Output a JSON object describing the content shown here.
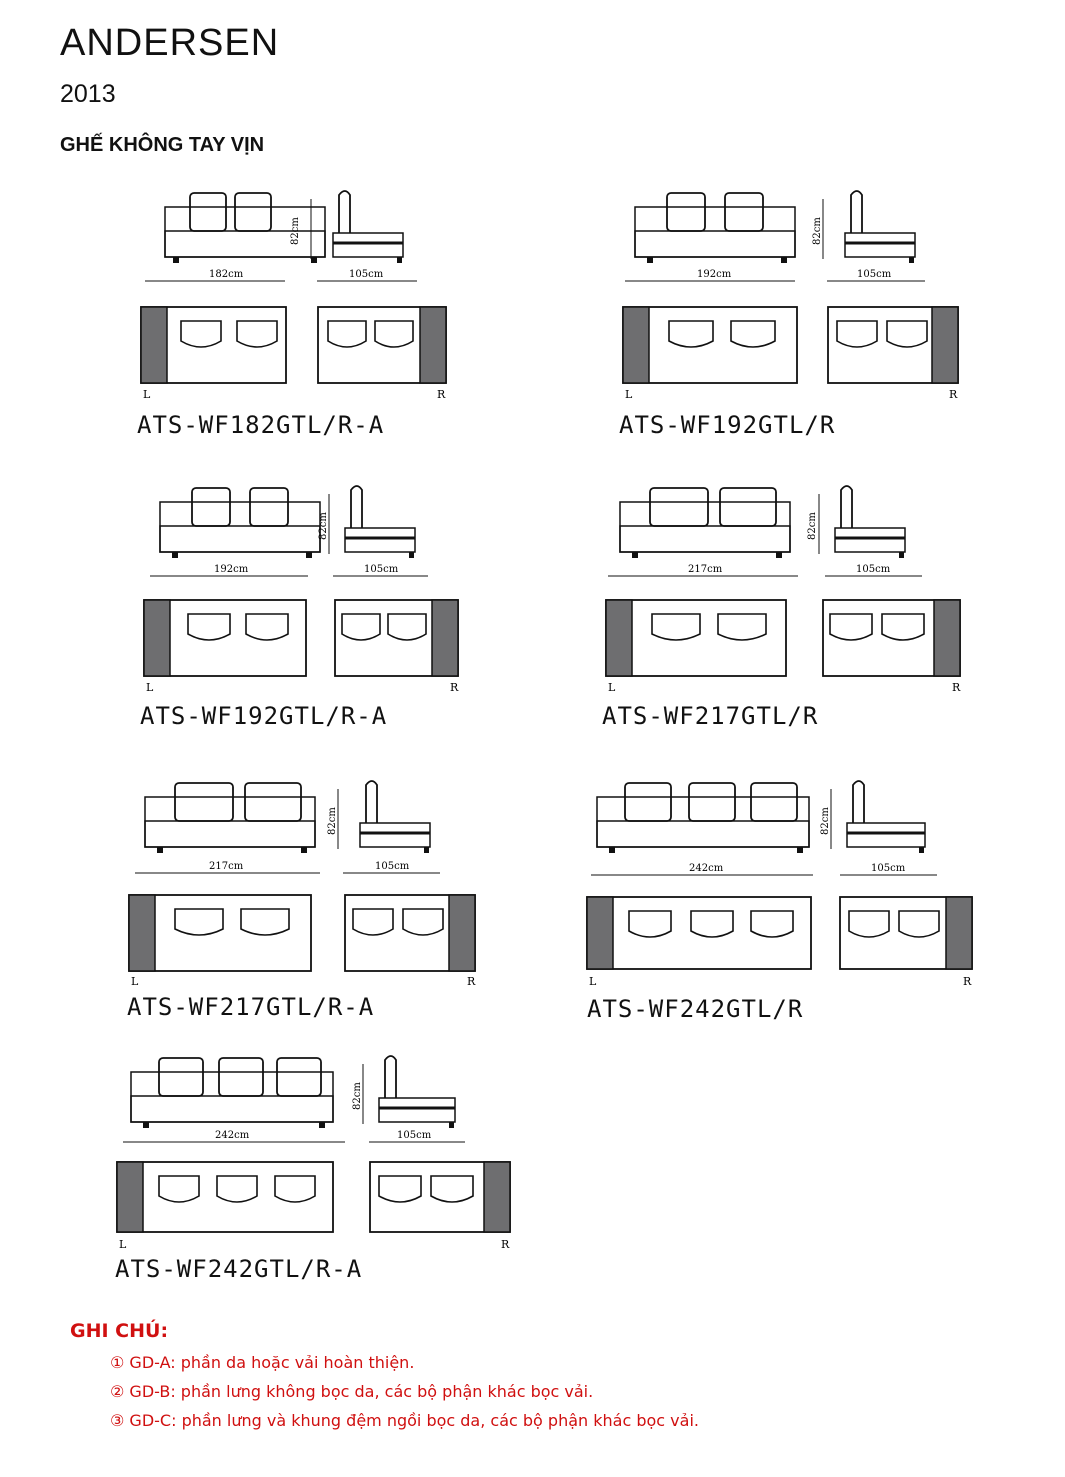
{
  "header": {
    "brand": "ANDERSEN",
    "year": "2013",
    "section_title": "GHẾ KHÔNG TAY VỊN"
  },
  "labels": {
    "height": "82cm",
    "depth": "105cm",
    "left": "L",
    "right": "R"
  },
  "modules": [
    {
      "code": "ATS-WF182GTL/R-A",
      "width_label": "182cm",
      "cushions": 2
    },
    {
      "code": "ATS-WF192GTL/R",
      "width_label": "192cm",
      "cushions": 2
    },
    {
      "code": "ATS-WF192GTL/R-A",
      "width_label": "192cm",
      "cushions": 2
    },
    {
      "code": "ATS-WF217GTL/R",
      "width_label": "217cm",
      "cushions": 2
    },
    {
      "code": "ATS-WF217GTL/R-A",
      "width_label": "217cm",
      "cushions": 2
    },
    {
      "code": "ATS-WF242GTL/R",
      "width_label": "242cm",
      "cushions": 3
    },
    {
      "code": "ATS-WF242GTL/R-A",
      "width_label": "242cm",
      "cushions": 3
    }
  ],
  "notes": {
    "title": "GHI CHÚ:",
    "lines": [
      "① GD-A: phần da hoặc vải hoàn thiện.",
      "② GD-B: phần lưng không bọc da, các bộ phận khác bọc vải.",
      "③ GD-C: phần lưng và khung đệm ngồi bọc da, các bộ phận khác bọc vải."
    ]
  },
  "colors": {
    "ink": "#111111",
    "panel": "#6e6e70",
    "note": "#d01010"
  }
}
